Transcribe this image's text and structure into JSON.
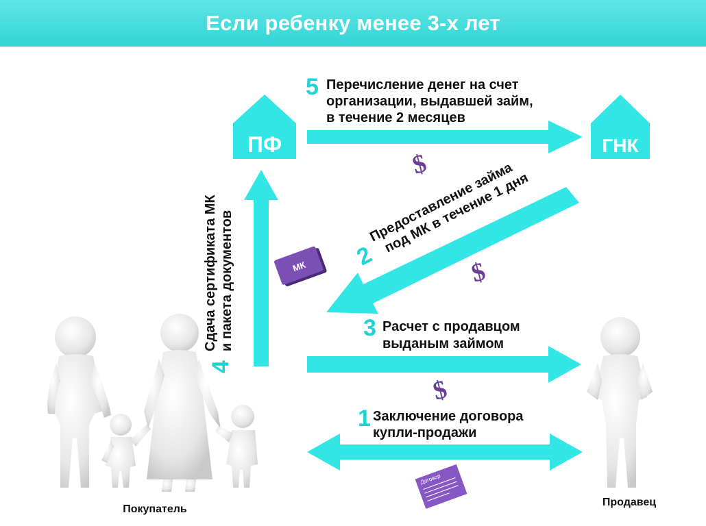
{
  "title": "Если ребенку менее 3-х лет",
  "houses": {
    "pf": "ПФ",
    "gnk": "ГНК"
  },
  "people": {
    "buyer": "Покупатель",
    "seller": "Продавец"
  },
  "steps": {
    "s1": {
      "num": "1",
      "lines": [
        "Заключение договора",
        "купли-продажи"
      ]
    },
    "s2": {
      "num": "2",
      "lines": [
        "Предоставление займа",
        "под МК в течение 1 дня"
      ]
    },
    "s3": {
      "num": "3",
      "lines": [
        "Расчет с продавцом",
        "выданым займом"
      ]
    },
    "s4": {
      "num": "4",
      "lines": [
        "Сдача сертификата МК",
        "и пакета документов"
      ]
    },
    "s5": {
      "num": "5",
      "lines": [
        "Перечисление денег на счет",
        "организации, выдавшей займ,",
        "в течение 2 месяцев"
      ]
    }
  },
  "icons": {
    "dollar": "$",
    "mk_card": "МК",
    "contract": "Договор"
  },
  "colors": {
    "accent": "#33e6e6",
    "banner": "#33d4d6",
    "step_number": "#22d3d6",
    "money": "#6b3d99"
  }
}
